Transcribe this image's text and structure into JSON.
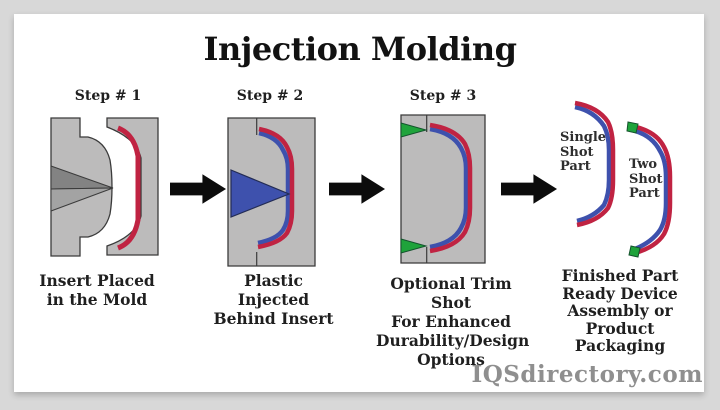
{
  "title": "Injection Molding",
  "watermark": "IQSdirectory.com",
  "colors": {
    "frame": "#d8d8d8",
    "card": "#ffffff",
    "mold_gray": "#bcbbbb",
    "mold_outline": "#3b3b3b",
    "insert_cone_dark": "#838383",
    "insert_cone_light": "#a3a3a3",
    "plastic_blue": "#3e51ad",
    "insert_red": "#c02342",
    "trim_green": "#1fa33b",
    "arrow_black": "#0c0c0c",
    "text_dark": "#1f1f1f",
    "watermark_gray": "#8f8f8f"
  },
  "steps": [
    {
      "label": "Step # 1",
      "caption_lines": [
        "Insert Placed",
        "in the Mold"
      ]
    },
    {
      "label": "Step # 2",
      "caption_lines": [
        "Plastic",
        "Injected",
        "Behind Insert"
      ]
    },
    {
      "label": "Step # 3",
      "caption_lines": [
        "Optional Trim Shot",
        "For Enhanced",
        "Durability/Design",
        "Options"
      ]
    }
  ],
  "result": {
    "caption_lines": [
      "Finished Part",
      "Ready Device",
      "Assembly or",
      "Product",
      "Packaging"
    ],
    "parts": [
      {
        "label_lines": [
          "Single",
          "Shot",
          "Part"
        ]
      },
      {
        "label_lines": [
          "Two",
          "Shot",
          "Part"
        ]
      }
    ]
  }
}
